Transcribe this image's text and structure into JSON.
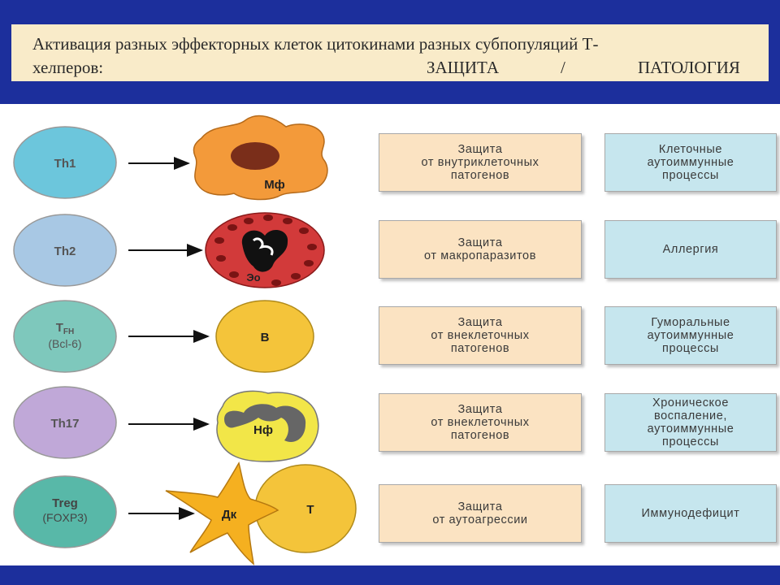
{
  "title": {
    "line1": "Активация разных эффекторных клеток цитокинами разных субпопуляций Т-",
    "line2_left": "хелперов:",
    "line2_mid": "ЗАЩИТА",
    "line2_sep": "/",
    "line2_right": "ПАТОЛОГИЯ"
  },
  "colors": {
    "band": "#1c2f9c",
    "title_bg": "#f9ebc9",
    "protect_bg": "#fbe3c2",
    "path_bg": "#c6e6ee"
  },
  "rows": [
    {
      "helper": {
        "line1": "Th1",
        "line2": "",
        "color": "#6cc6dc"
      },
      "effector": {
        "label": "Мф",
        "shape": "macrophage-icon"
      },
      "protection": [
        "Защита",
        "от внутриклеточных",
        "патогенов"
      ],
      "pathology": [
        "Клеточные",
        "аутоиммунные",
        "процессы"
      ]
    },
    {
      "helper": {
        "line1": "Th2",
        "line2": "",
        "color": "#a8c8e4"
      },
      "effector": {
        "label": "Эо",
        "shape": "eosinophil-icon"
      },
      "protection": [
        "Защита",
        "от макропаразитов"
      ],
      "pathology": [
        "Аллергия"
      ]
    },
    {
      "helper": {
        "line1": "T",
        "line1_sub": "FH",
        "line2": "(Bcl-6)",
        "color": "#7ec8bc"
      },
      "effector": {
        "label": "В",
        "shape": "b-cell-icon"
      },
      "protection": [
        "Защита",
        "от внеклеточных",
        "патогенов"
      ],
      "pathology": [
        "Гуморальные",
        "аутоиммунные",
        "процессы"
      ]
    },
    {
      "helper": {
        "line1": "Th17",
        "line2": "",
        "color": "#c0a8d8"
      },
      "effector": {
        "label": "Нф",
        "shape": "neutrophil-icon"
      },
      "protection": [
        "Защита",
        "от внеклеточных",
        "патогенов"
      ],
      "pathology": [
        "Хроническое",
        "воспаление,",
        "аутоиммунные",
        "процессы"
      ]
    },
    {
      "helper": {
        "line1": "Treg",
        "line2": "(FOXP3)",
        "color": "#58b8a8"
      },
      "effector": {
        "label": "Дк",
        "label2": "Т",
        "shape": "dendritic-cell-icon"
      },
      "protection": [
        "Защита",
        "от аутоагрессии"
      ],
      "pathology": [
        "Иммунодефицит"
      ]
    }
  ]
}
